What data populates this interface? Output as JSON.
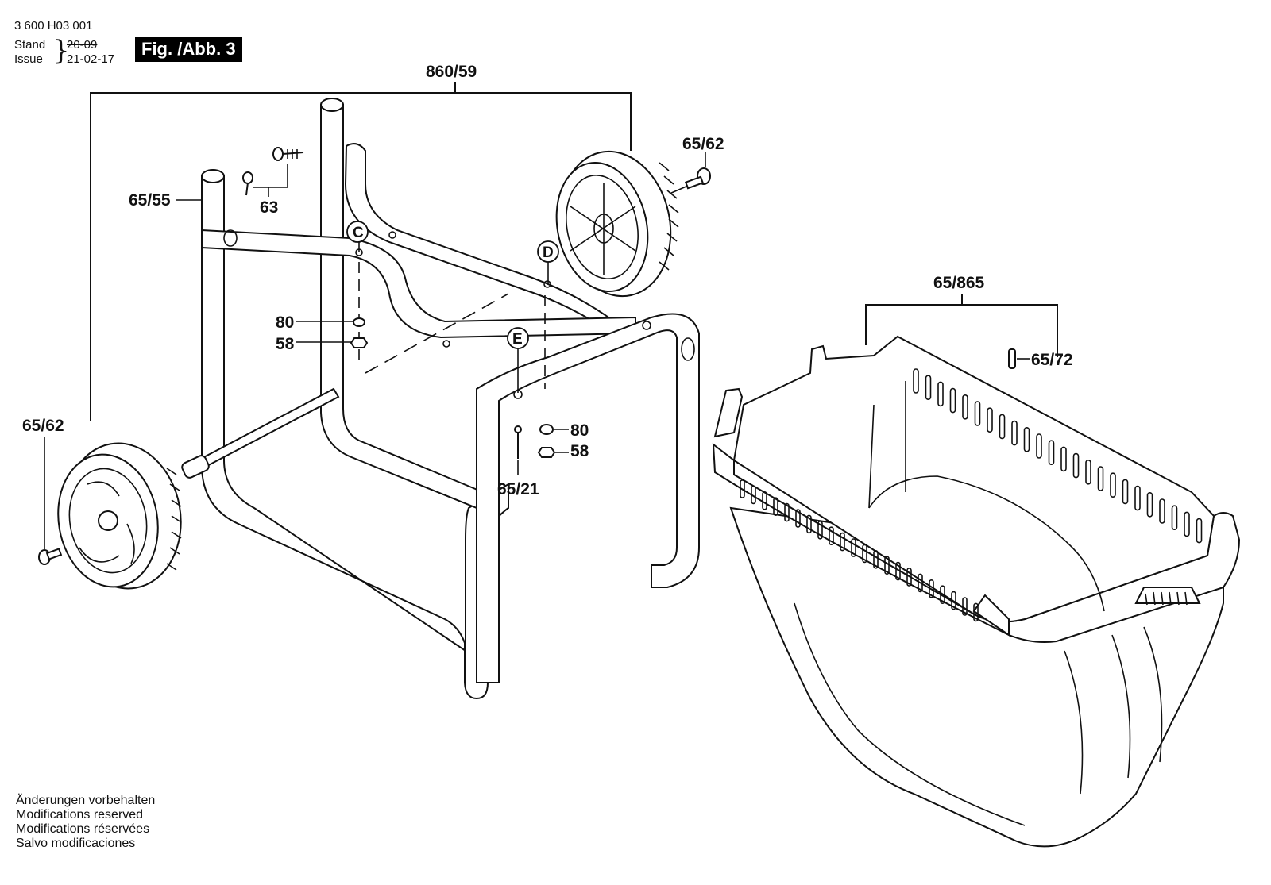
{
  "header": {
    "doc_number": "3 600 H03 001",
    "stand_label": "Stand",
    "issue_label": "Issue",
    "old_date": "20-09",
    "issue_date": "21-02-17",
    "figure_badge": "Fig. /Abb. 3"
  },
  "callouts": {
    "frame_assembly": "860/59",
    "wheel_right": "65/62",
    "wheel_left": "65/62",
    "leg_tube": "65/55",
    "screw": "63",
    "washer_upper": "80",
    "nut_upper": "58",
    "washer_lower": "80",
    "nut_lower": "58",
    "bolt": "65/21",
    "collection_box": "65/865",
    "pin": "65/72"
  },
  "markers": {
    "c": "C",
    "d": "D",
    "e": "E"
  },
  "footer": {
    "line_de": "Änderungen vorbehalten",
    "line_en": "Modifications reserved",
    "line_fr": "Modifications réservées",
    "line_es": "Salvo modificaciones"
  }
}
